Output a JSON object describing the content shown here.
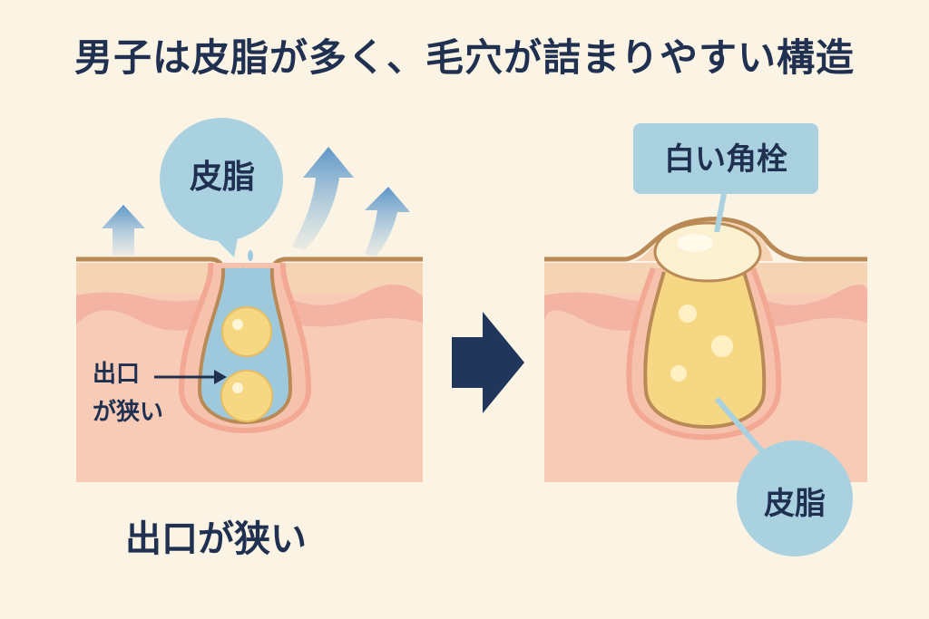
{
  "title": "男子は皮脂が多く、毛穴が詰まりやすい構造",
  "left_panel": {
    "bubble_label": "皮脂",
    "inner_label_line1": "出口",
    "inner_label_line2": "が狭い",
    "caption": "出口が狭い"
  },
  "right_panel": {
    "tag_label": "白い角栓",
    "bubble_label": "皮脂"
  },
  "colors": {
    "background": "#fbf3e4",
    "text": "#1f3050",
    "skin_top": "#f5d4b5",
    "skin_band": "#f4b4a4",
    "skin_body": "#f7cbb6",
    "sebum": "#f6d884",
    "bubble": "#a9d1e0",
    "arrow": "#6ea3cf",
    "pore_outline": "#b98a55",
    "right_arrow": "#20365a"
  }
}
